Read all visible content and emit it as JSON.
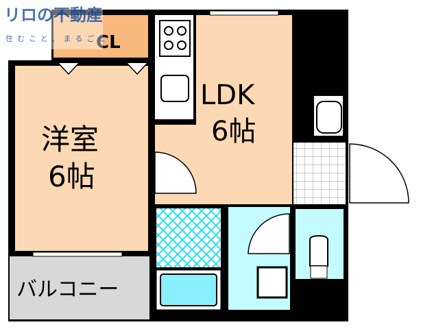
{
  "logo": {
    "brand": "リロの不動産",
    "tagline": "住むこと、まるごと"
  },
  "rooms": {
    "closet": "CL",
    "western_room": {
      "name": "洋室",
      "size": "6帖"
    },
    "ldk": {
      "name": "LDK",
      "size": "6帖"
    },
    "balcony": "バルコニー"
  },
  "colors": {
    "wall": "#000000",
    "room_floor": "#fcd9b4",
    "closet_floor": "#f9b97c",
    "wet_area": "#c4fbff",
    "bath_tile": "#22e0f0",
    "balcony": "#d8d8d8",
    "logo_blue": "#2a5aa8",
    "logo_orange": "#f0a020"
  }
}
